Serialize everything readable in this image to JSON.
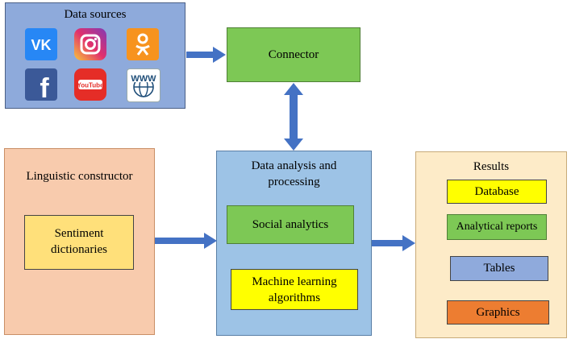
{
  "data_sources": {
    "title": "Data sources",
    "icons": [
      "vk-icon",
      "instagram-icon",
      "odnoklassniki-icon",
      "facebook-icon",
      "youtube-icon",
      "www-icon"
    ]
  },
  "connector": {
    "label": "Connector"
  },
  "linguistic": {
    "title": "Linguistic constructor",
    "sentiment_line1": "Sentiment",
    "sentiment_line2": "dictionaries"
  },
  "analysis": {
    "title_line1": "Data analysis and",
    "title_line2": "processing",
    "social": "Social analytics",
    "ml_line1": "Machine learning",
    "ml_line2": "algorithms"
  },
  "results": {
    "title": "Results",
    "database": "Database",
    "reports": "Analytical reports",
    "tables": "Tables",
    "graphics": "Graphics"
  },
  "colors": {
    "arrow": "#4472c4"
  }
}
